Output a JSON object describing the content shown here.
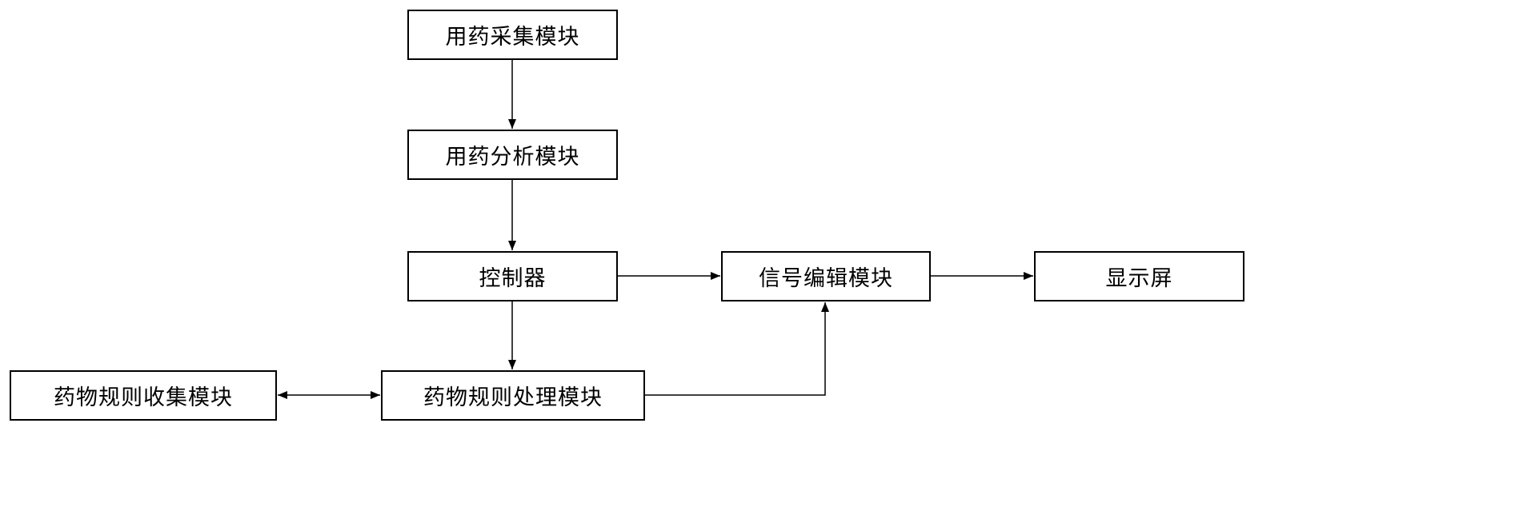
{
  "diagram": {
    "nodes": {
      "collect": "用药采集模块",
      "analysis": "用药分析模块",
      "controller": "控制器",
      "signal_edit": "信号编辑模块",
      "display": "显示屏",
      "rule_collect": "药物规则收集模块",
      "rule_process": "药物规则处理模块"
    },
    "edges": [
      {
        "from": "collect",
        "to": "analysis",
        "direction": "forward"
      },
      {
        "from": "analysis",
        "to": "controller",
        "direction": "forward"
      },
      {
        "from": "controller",
        "to": "signal_edit",
        "direction": "forward"
      },
      {
        "from": "signal_edit",
        "to": "display",
        "direction": "forward"
      },
      {
        "from": "controller",
        "to": "rule_process",
        "direction": "forward"
      },
      {
        "from": "rule_collect",
        "to": "rule_process",
        "direction": "bidirectional"
      },
      {
        "from": "rule_process",
        "to": "signal_edit",
        "direction": "forward"
      }
    ],
    "line_color": "#000000"
  }
}
